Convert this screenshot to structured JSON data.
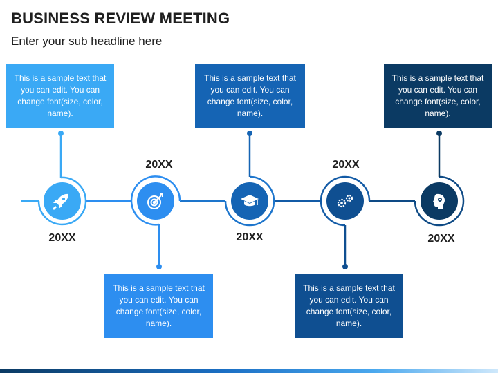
{
  "header": {
    "title": "BUSINESS REVIEW MEETING",
    "subtitle": "Enter your sub headline here"
  },
  "milestones": [
    {
      "year": "20XX",
      "text": "This is a sample text that you can edit. You can change font(size, color, name).",
      "icon": "rocket-icon",
      "color": "#3aa9f5"
    },
    {
      "year": "20XX",
      "text": "This is a sample text that you can edit. You can change font(size, color, name).",
      "icon": "target-icon",
      "color": "#2d8ef0"
    },
    {
      "year": "20XX",
      "text": "This is a sample text that you can edit. You can change font(size, color, name).",
      "icon": "graduation-cap-icon",
      "color": "#1564b4"
    },
    {
      "year": "20XX",
      "text": "This is a sample text that you can edit. You can change font(size, color, name).",
      "icon": "gears-icon",
      "color": "#0f4f91"
    },
    {
      "year": "20XX",
      "text": "This is a sample text that you can edit. You can change font(size, color, name).",
      "icon": "head-gear-icon",
      "color": "#0b3a63"
    }
  ]
}
